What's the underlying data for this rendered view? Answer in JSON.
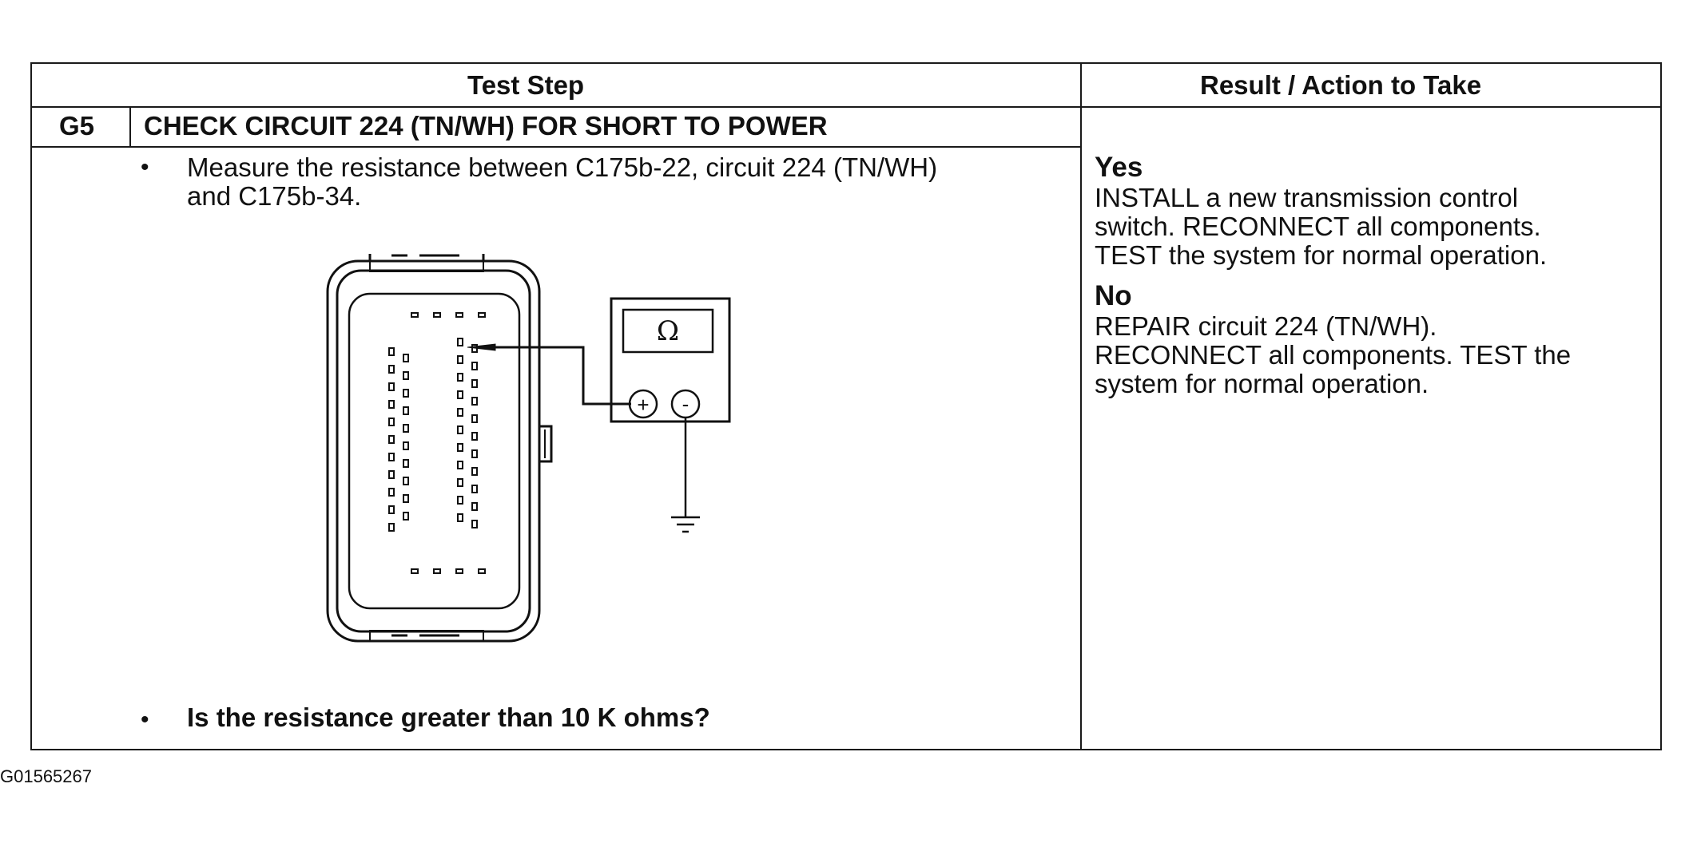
{
  "table": {
    "header_test_step": "Test Step",
    "header_result": "Result / Action to Take",
    "step_id": "G5",
    "step_title": "CHECK CIRCUIT 224 (TN/WH) FOR SHORT TO POWER",
    "bullet_glyph": "•",
    "instruction": "Measure the resistance between C175b-22, circuit 224 (TN/WH)\nand C175b-34.",
    "question": "Is the resistance greater than 10 K ohms?"
  },
  "results": {
    "yes_label": "Yes",
    "yes_text": "INSTALL a new transmission control\nswitch. RECONNECT all components.\nTEST the system for normal operation.",
    "no_label": "No",
    "no_text": "REPAIR circuit 224 (TN/WH).\nRECONNECT all components. TEST the\nsystem for normal operation."
  },
  "diagram": {
    "meter_symbol": "Ω",
    "plus_symbol": "+",
    "minus_symbol": "-",
    "icons": [
      "connector-icon",
      "ohmmeter-icon",
      "ground-icon"
    ]
  },
  "footer": {
    "figure_code": "G01565267"
  },
  "colors": {
    "ink": "#111111",
    "background": "#ffffff"
  }
}
